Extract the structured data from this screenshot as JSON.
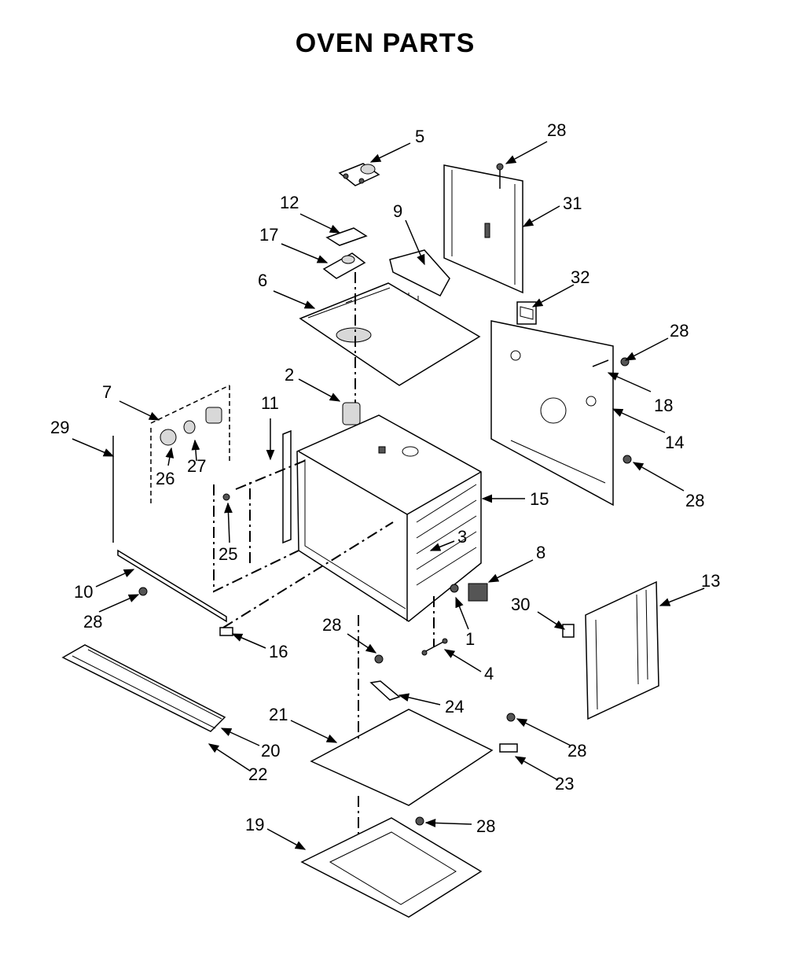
{
  "title": "OVEN PARTS",
  "callouts": [
    "5",
    "28",
    "31",
    "12",
    "9",
    "17",
    "6",
    "32",
    "28",
    "2",
    "18",
    "7",
    "11",
    "14",
    "29",
    "15",
    "3",
    "26",
    "27",
    "25",
    "28",
    "8",
    "13",
    "10",
    "30",
    "28",
    "1",
    "16",
    "28",
    "4",
    "24",
    "21",
    "20",
    "28",
    "22",
    "23",
    "19",
    "28"
  ]
}
